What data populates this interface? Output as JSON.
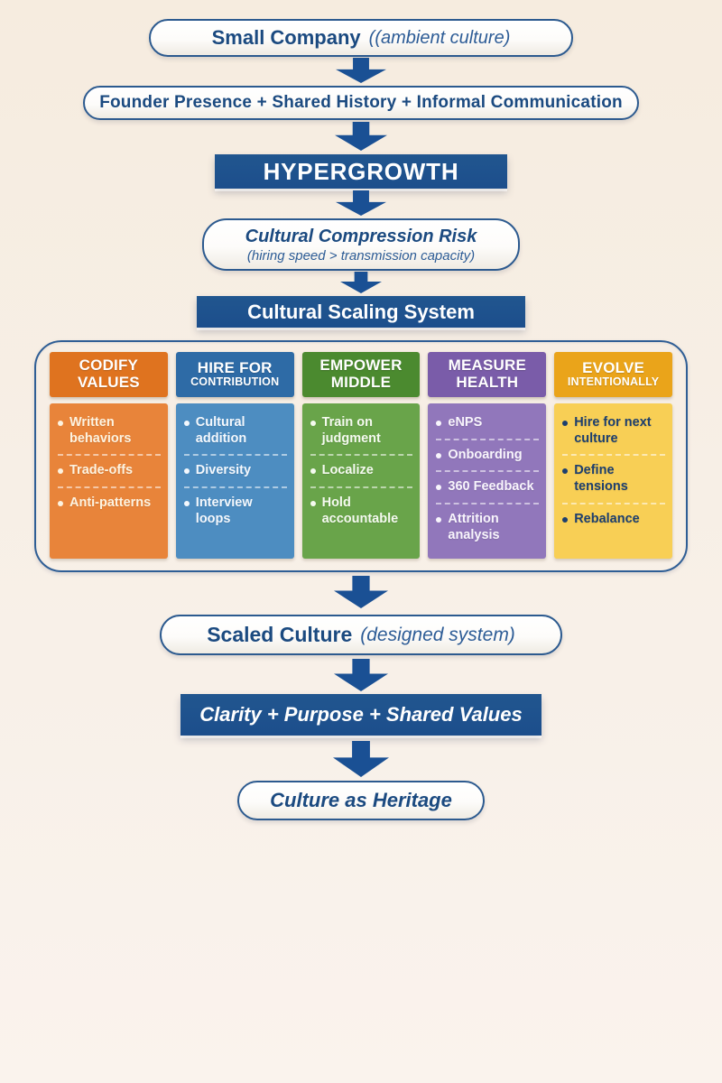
{
  "palette": {
    "background_top": "#f6ecdf",
    "background_bottom": "#faf3ed",
    "navy_box": "#1c4e8c",
    "navy_text": "#1b4a80",
    "arrow": "#1a5094",
    "pill_border": "#2c5a8f"
  },
  "diagram": {
    "small_company": {
      "title": "Small Company",
      "subtitle": "((ambient culture)"
    },
    "founder": {
      "label": "Founder Presence + Shared History + Informal Communication"
    },
    "hypergrowth": {
      "label": "HYPERGROWTH"
    },
    "compression": {
      "title": "Cultural Compression Risk",
      "subtitle": "(hiring speed > transmission capacity)"
    },
    "scaling_system": {
      "label": "Cultural Scaling System"
    },
    "scaled_culture": {
      "title": "Scaled Culture",
      "subtitle": "(designed system)"
    },
    "clarity": {
      "label": "Clarity + Purpose + Shared Values"
    },
    "heritage": {
      "label": "Culture as Heritage"
    }
  },
  "columns": [
    {
      "id": "codify-values",
      "header_line1": "CODIFY",
      "header_line2": "VALUES",
      "header_color": "#df731f",
      "body_color": "#e8843a",
      "text_color": "#fdf3e0",
      "items": [
        "Written behaviors",
        "Trade-offs",
        "Anti-patterns"
      ]
    },
    {
      "id": "hire-for-contribution",
      "header_line1": "HIRE FOR",
      "header_line2": "CONTRIBUTION",
      "header_color": "#2e6ba6",
      "body_color": "#4d8dc1",
      "text_color": "#f4f8fd",
      "items": [
        "Cultural addition",
        "Diversity",
        "Interview loops"
      ]
    },
    {
      "id": "empower-middle",
      "header_line1": "EMPOWER",
      "header_line2": "MIDDLE",
      "header_color": "#4b8a2f",
      "body_color": "#69a44a",
      "text_color": "#f5faf0",
      "items": [
        "Train on judgment",
        "Localize",
        "Hold accountable"
      ]
    },
    {
      "id": "measure-health",
      "header_line1": "MEASURE",
      "header_line2": "HEALTH",
      "header_color": "#7a5ca9",
      "body_color": "#9177bb",
      "text_color": "#f8f5fc",
      "items": [
        "eNPS",
        "Onboarding",
        "360 Feedback",
        "Attrition analysis"
      ]
    },
    {
      "id": "evolve-intentionally",
      "header_line1": "EVOLVE",
      "header_line2": "INTENTIONALLY",
      "header_color": "#eaa41a",
      "body_color": "#f8cf55",
      "text_color": "#1d3f6e",
      "items": [
        "Hire for next culture",
        "Define tensions",
        "Rebalance"
      ]
    }
  ]
}
